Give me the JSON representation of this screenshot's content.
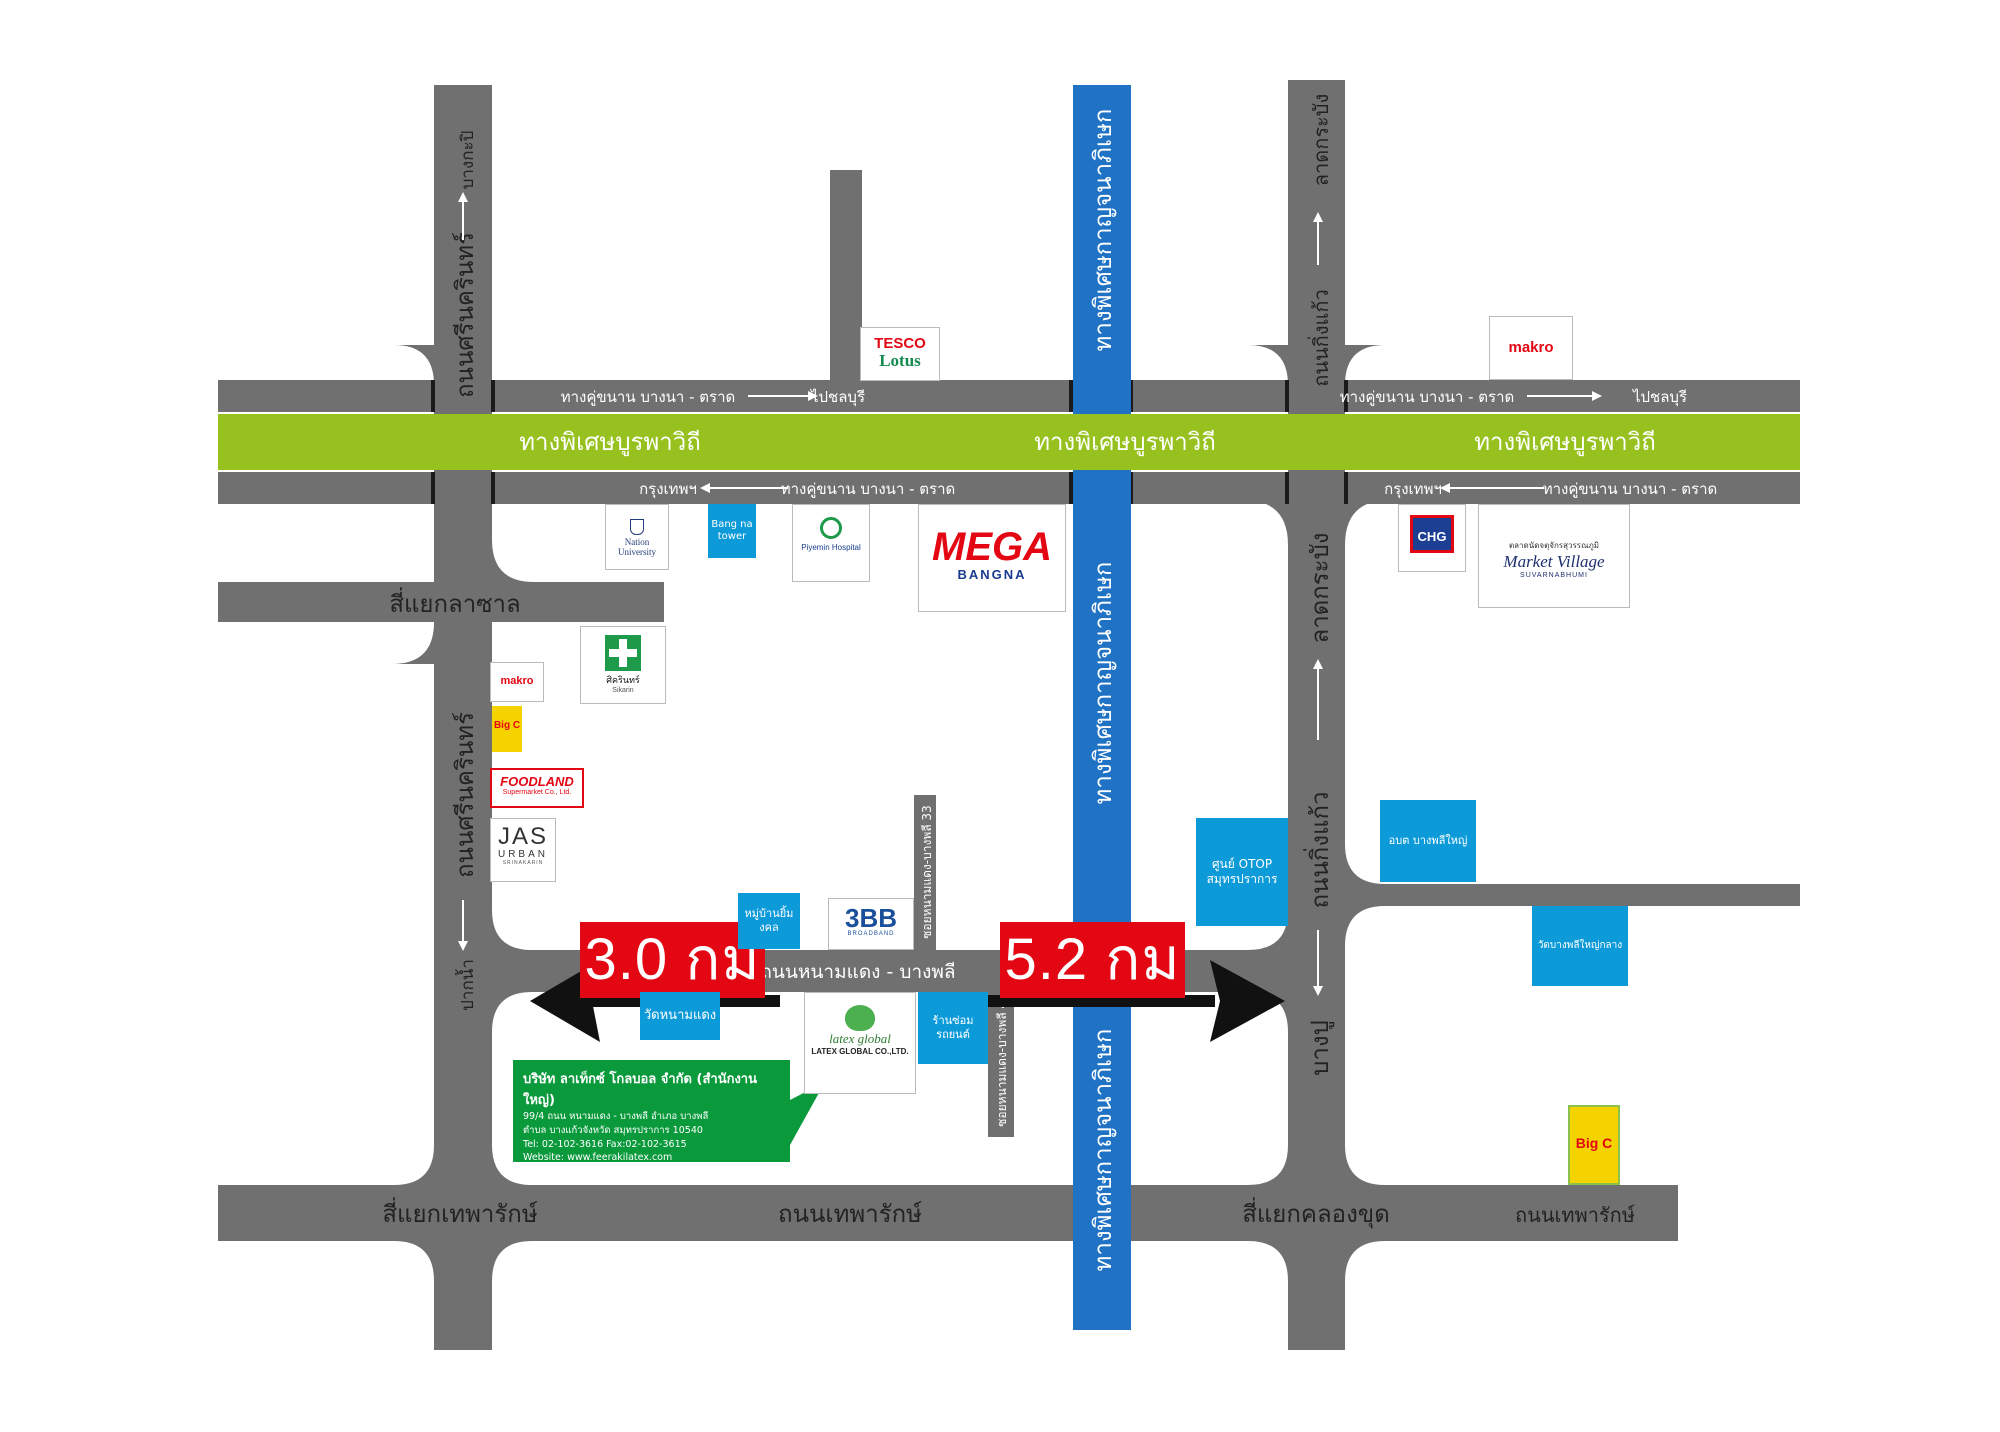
{
  "roads": {
    "expressway_burapha": "ทางพิเศษบูรพาวิถี",
    "expressway_kanchana": "ทางพิเศษกาญจนาภิเษก",
    "frontage_outbound": "ทางคู่ขนาน บางนา - ตราด",
    "frontage_inbound": "ทางคู่ขนาน บางนา - ตราด",
    "to_chonburi": "ไปชลบุรี",
    "to_bangkok": "กรุงเทพฯ",
    "srinakarin": "ถนนศรีนครินทร์",
    "bangkapi": "บางกะปิ",
    "paknam": "ปากน้ำ",
    "kingkaew": "ถนนกิ่งแก้ว",
    "latkrabang": "ลาดกระบัง",
    "bangpu": "บางปู",
    "lasalle_intersection": "สี่แยกลาซาล",
    "theparak_intersection": "สี่แยกเทพารักษ์",
    "theparak_road": "ถนนเทพารักษ์",
    "khlong_khut_intersection": "สี่แยกคลองขุด",
    "nam_daeng_road": "ถนนหนามแดง - บางพลี",
    "soi_33": "ซอยหนามแดง-บางพลี 33",
    "soi_44": "ซอยหนามแดง-บางพลี 44"
  },
  "distances": {
    "left": "3.0 กม",
    "right": "5.2 กม"
  },
  "pois": {
    "tesco_top": "TESCO",
    "tesco_bottom": "Lotus",
    "makro": "makro",
    "nation_university": "Nation University",
    "bang_na_tower": "Bang na tower",
    "piyemin_hospital": "Piyemin Hospital",
    "mega_top": "MEGA",
    "mega_bottom": "BANGNA",
    "chg": "CHG",
    "market_village_top": "ตลาดนัดจตุจักรสุวรรณภูมิ",
    "market_village": "Market Village",
    "market_village_sub": "SUVARNABHUMI",
    "sikarin": "ศิครินทร์",
    "sikarin_en": "Sikarin",
    "makro_2": "makro",
    "bigc": "Big C",
    "foodland": "FOODLAND",
    "foodland_sub": "Supermarket Co., Ltd.",
    "jas_top": "JAS",
    "jas_mid": "URBAN",
    "jas_bottom": "SRINAKARIN",
    "otop_center": "ศูนย์ OTOP สมุทรปราการ",
    "obt_bangphli_yai": "อบต บางพลีใหญ่",
    "wat_bangphli_yai_klang": "วัดบางพลีใหญ่กลาง",
    "village": "หมู่บ้านยิ้มงคล",
    "three_bb": "3BB",
    "three_bb_sub": "BROADBAND",
    "wat_nam_daeng": "วัดหนามแดง",
    "car_repair": "ร้านซ่อมรถยนต์",
    "latex_global": "latex global",
    "latex_global_company": "LATEX GLOBAL CO.,LTD.",
    "bigc_2": "Big C"
  },
  "company": {
    "name": "บริษัท ลาเท็กซ์ โกลบอล จำกัด (สำนักงานใหญ่)",
    "address1": "99/4 ถนน หนามแดง - บางพลี อำเภอ บางพลี",
    "address2": "ตำบล บางแก้วจังหวัด สมุทรปราการ 10540",
    "phone": "Tel: 02-102-3616  Fax:02-102-3615",
    "website": "Website: www.feerakilatex.com"
  },
  "colors": {
    "road": "#707070",
    "expressway_green": "#96c11f",
    "expressway_blue": "#1f72c4",
    "distance_red": "#e30613",
    "company_green": "#0a9a3c",
    "poi_blue": "#0d9ad9"
  }
}
